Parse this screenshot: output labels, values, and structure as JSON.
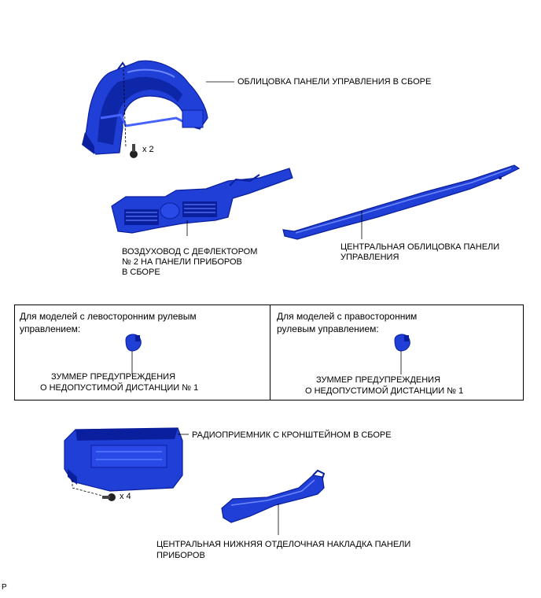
{
  "parts": {
    "dash_bezel": "ОБЛИЦОВКА ПАНЕЛИ УПРАВЛЕНИЯ В СБОРЕ",
    "air_duct_line1": "ВОЗДУХОВОД С ДЕФЛЕКТОРОМ",
    "air_duct_line2": "№ 2 НА ПАНЕЛИ ПРИБОРОВ",
    "air_duct_line3": "В СБОРЕ",
    "center_trim_line1": "ЦЕНТРАЛЬНАЯ ОБЛИЦОВКА ПАНЕЛИ",
    "center_trim_line2": "УПРАВЛЕНИЯ",
    "radio": "РАДИОПРИЕМНИК С КРОНШТЕЙНОМ В СБОРЕ",
    "lower_trim_line1": "ЦЕНТРАЛЬНАЯ НИЖНЯЯ ОТДЕЛОЧНАЯ НАКЛАДКА ПАНЕЛИ",
    "lower_trim_line2": "ПРИБОРОВ"
  },
  "quantities": {
    "bezel_screws": "x 2",
    "radio_screws": "x 4"
  },
  "variants": {
    "lhd": {
      "header_line1": "Для моделей с левосторонним рулевым",
      "header_line2": "управлением:",
      "buzzer_line1": "ЗУММЕР ПРЕДУПРЕЖДЕНИЯ",
      "buzzer_line2": "О НЕДОПУСТИМОЙ ДИСТАНЦИИ № 1"
    },
    "rhd": {
      "header_line1": "Для моделей с правосторонним",
      "header_line2": "рулевым управлением:",
      "buzzer_line1": "ЗУММЕР ПРЕДУПРЕЖДЕНИЯ",
      "buzzer_line2": "О НЕДОПУСТИМОЙ ДИСТАНЦИИ № 1"
    }
  },
  "figure_code": "P",
  "colors": {
    "part_blue": "#1f3fd6",
    "part_dark": "#0a1f9e",
    "part_light": "#5a78ff"
  }
}
